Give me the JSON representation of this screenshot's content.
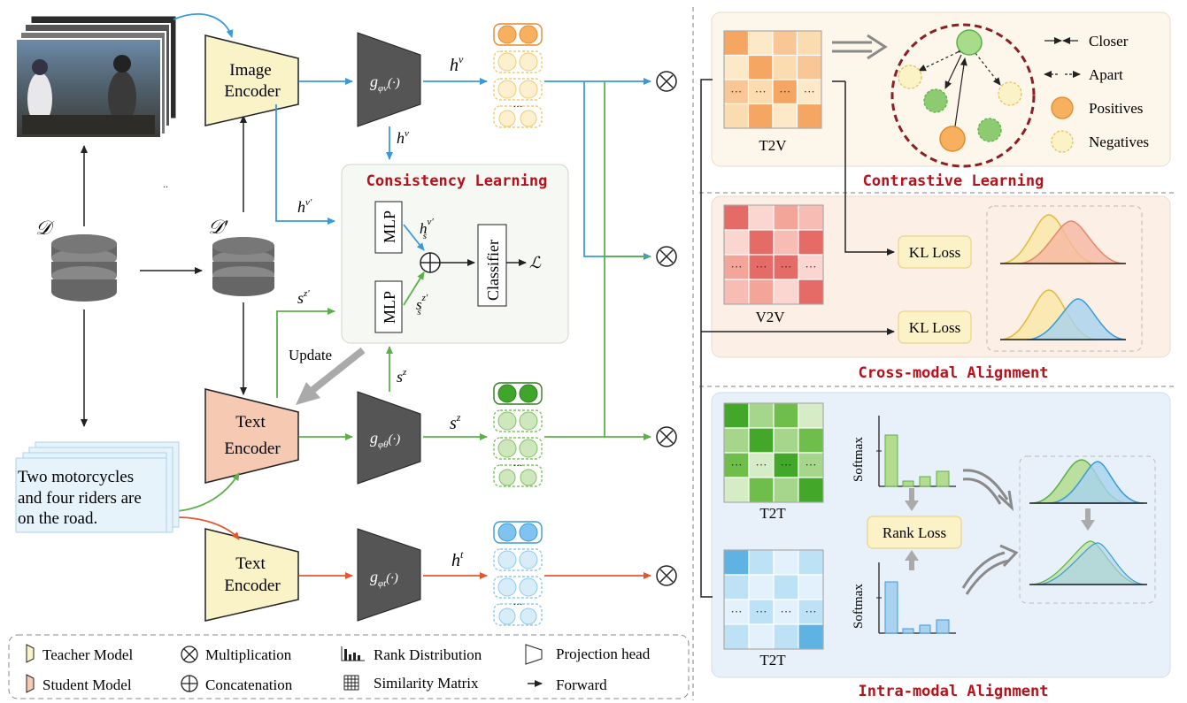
{
  "left": {
    "dataset_label": "𝒟",
    "dataset_prime_label": "𝒟′",
    "image_encoder_line1": "Image",
    "image_encoder_line2": "Encoder",
    "text_encoder_line1": "Text",
    "text_encoder_line2": "Encoder",
    "teacher_text_encoder_line1": "Text",
    "teacher_text_encoder_line2": "Encoder",
    "proj_v": "g",
    "proj_v_sub": "φv",
    "proj_theta": "g",
    "proj_theta_sub": "φθ",
    "proj_t": "g",
    "proj_t_sub": "φt",
    "proj_arg": "(·)",
    "hv": "h",
    "hv_sup": "v",
    "hvprime_sup": "v′",
    "sz_base": "s",
    "sz_sup": "z",
    "szprime_sup": "z′",
    "ht_sup": "t",
    "hs_sub": "s",
    "consistency_title": "Consistency Learning",
    "mlp": "MLP",
    "classifier": "Classifier",
    "loss_symbol": "ℒ",
    "update": "Update",
    "caption_line1": "Two motorcycles",
    "caption_line2": "and four riders are",
    "caption_line3": "on the road.",
    "multiply_symbol": "⊗",
    "dots": "···"
  },
  "legend": {
    "teacher": "Teacher Model",
    "student": "Student Model",
    "multiplication": "Multiplication",
    "concatenation": "Concatenation",
    "rank": "Rank Distribution",
    "similarity": "Similarity Matrix",
    "projection": "Projection head",
    "forward": "Forward"
  },
  "right": {
    "contrastive_title": "Contrastive Learning",
    "cross_title": "Cross-modal Alignment",
    "intra_title": "Intra-modal Alignment",
    "t2v": "T2V",
    "v2v": "V2V",
    "t2t_a": "T2T",
    "t2t_b": "T2T",
    "kl_loss_1": "KL Loss",
    "kl_loss_2": "KL Loss",
    "rank_loss": "Rank Loss",
    "softmax_1": "Softmax",
    "softmax_2": "Softmax",
    "closer": "Closer",
    "apart": "Apart",
    "positives": "Positives",
    "negatives": "Negatives"
  },
  "colors": {
    "teacher_fill": "#faf3c8",
    "student_fill": "#f6c9b3",
    "vision_arrow": "#3a9ad9",
    "text_arrow": "#5bb04a",
    "teacher_arrow": "#e4572e",
    "title_red": "#b5121b"
  }
}
